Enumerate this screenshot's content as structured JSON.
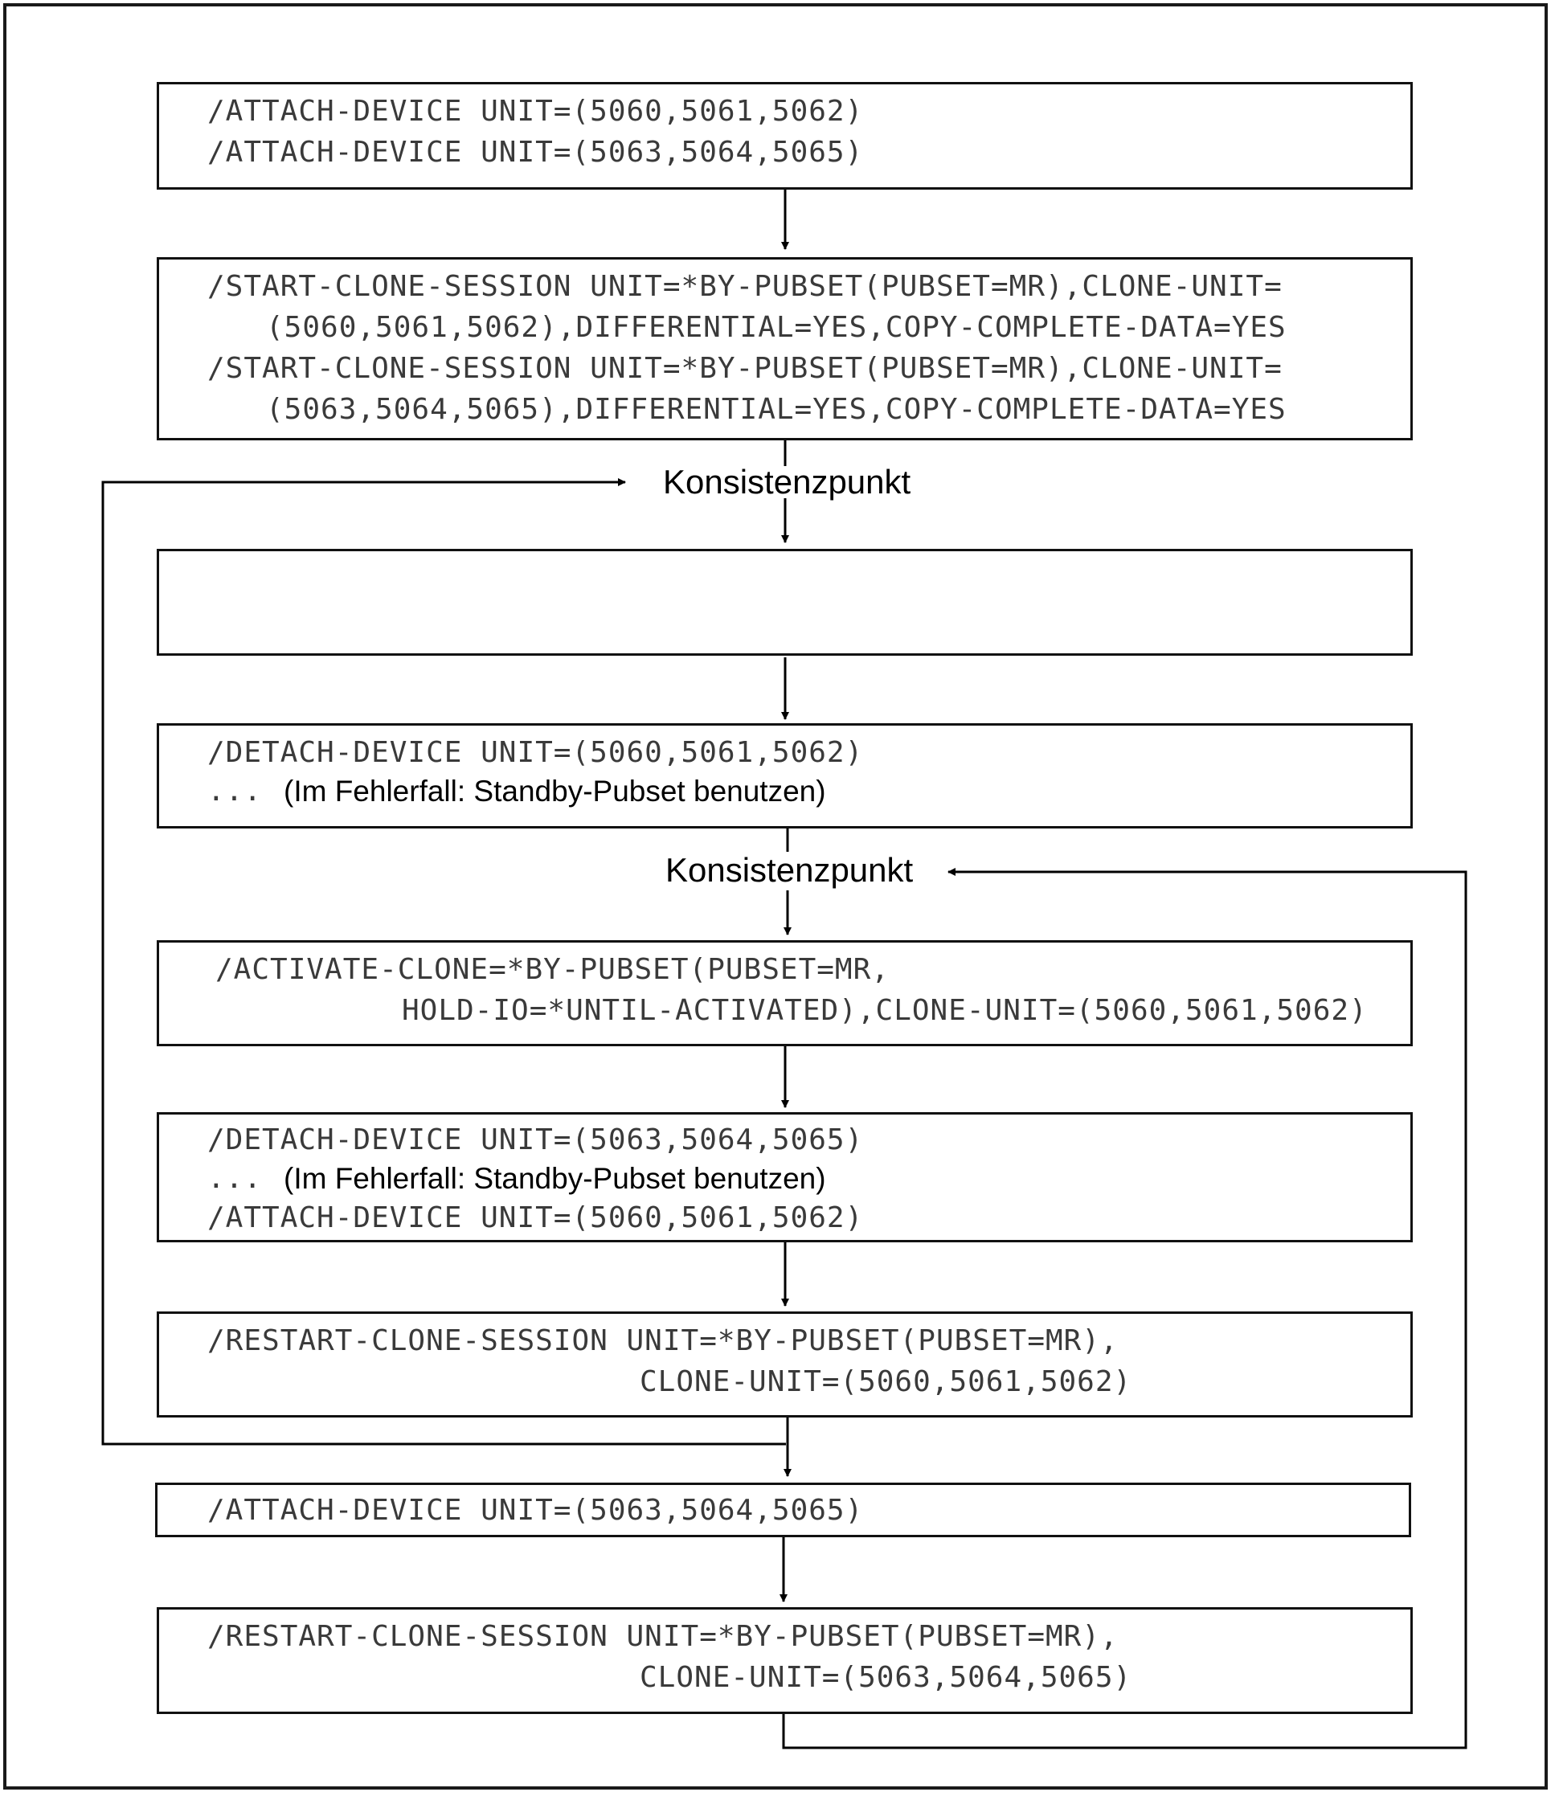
{
  "box1": {
    "line1": "/ATTACH-DEVICE UNIT=(5060,5061,5062)",
    "line2": "/ATTACH-DEVICE UNIT=(5063,5064,5065)"
  },
  "box2": {
    "line1": "/START-CLONE-SESSION UNIT=*BY-PUBSET(PUBSET=MR),CLONE-UNIT=",
    "line2": "(5060,5061,5062),DIFFERENTIAL=YES,COPY-COMPLETE-DATA=YES",
    "line3": "/START-CLONE-SESSION UNIT=*BY-PUBSET(PUBSET=MR),CLONE-UNIT=",
    "line4": "(5063,5064,5065),DIFFERENTIAL=YES,COPY-COMPLETE-DATA=YES"
  },
  "consistency_point_1": "Konsistenzpunkt",
  "box4": {
    "line1": "/DETACH-DEVICE UNIT=(5060,5061,5062)",
    "dots": "...",
    "note": "(Im Fehlerfall: Standby-Pubset benutzen)"
  },
  "consistency_point_2": "Konsistenzpunkt",
  "box5": {
    "line1": "/ACTIVATE-CLONE=*BY-PUBSET(PUBSET=MR,",
    "line2": "HOLD-IO=*UNTIL-ACTIVATED),CLONE-UNIT=(5060,5061,5062)"
  },
  "box6": {
    "line1": "/DETACH-DEVICE UNIT=(5063,5064,5065)",
    "dots": "...",
    "note": "(Im Fehlerfall: Standby-Pubset benutzen)",
    "line3": "/ATTACH-DEVICE UNIT=(5060,5061,5062)"
  },
  "box7": {
    "line1": "/RESTART-CLONE-SESSION UNIT=*BY-PUBSET(PUBSET=MR),",
    "line2": "CLONE-UNIT=(5060,5061,5062)"
  },
  "box8": {
    "line1": "/ATTACH-DEVICE UNIT=(5063,5064,5065)"
  },
  "box9": {
    "line1": "/RESTART-CLONE-SESSION UNIT=*BY-PUBSET(PUBSET=MR),",
    "line2": "CLONE-UNIT=(5063,5064,5065)"
  }
}
